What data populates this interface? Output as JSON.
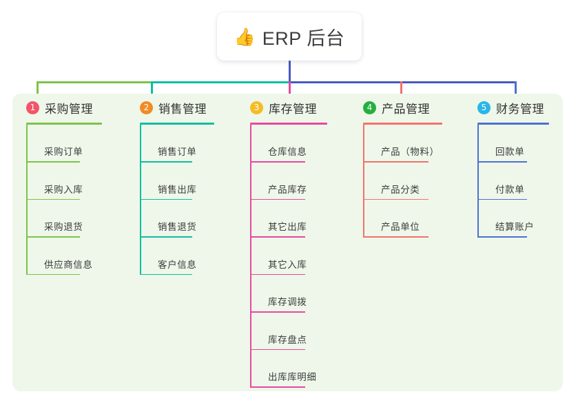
{
  "diagram": {
    "type": "mind-map",
    "title": "ERP 后台",
    "root": {
      "label": "ERP 后台",
      "emoji": "👍",
      "emoji_name": "thumbs-up-emoji"
    },
    "panel_color": "#eef7ea",
    "trunk_color": "#4758bd",
    "bus_segments": [
      {
        "name": "bus-green",
        "color": "#7dc24b"
      },
      {
        "name": "bus-teal",
        "color": "#0fbda0"
      },
      {
        "name": "bus-blue",
        "color": "#4758bd"
      }
    ],
    "branches": [
      {
        "number": "1",
        "label": "采购管理",
        "badge_color": "#f2556a",
        "line_color": "#7dc24b",
        "drop_color": "#7dc24b",
        "items": [
          "采购订单",
          "采购入库",
          "采购退货",
          "供应商信息"
        ]
      },
      {
        "number": "2",
        "label": "销售管理",
        "badge_color": "#f08c26",
        "line_color": "#0fbda0",
        "drop_color": "#0fbda0",
        "items": [
          "销售订单",
          "销售出库",
          "销售退货",
          "客户信息"
        ]
      },
      {
        "number": "3",
        "label": "库存管理",
        "badge_color": "#f5bc25",
        "line_color": "#e8479f",
        "drop_color": "#e8479f",
        "items": [
          "仓库信息",
          "产品库存",
          "其它出库",
          "其它入库",
          "库存调拨",
          "库存盘点",
          "出库库明细"
        ]
      },
      {
        "number": "4",
        "label": "产品管理",
        "badge_color": "#27ae3f",
        "line_color": "#f4706b",
        "drop_color": "#f4706b",
        "items": [
          "产品（物料）",
          "产品分类",
          "产品单位"
        ]
      },
      {
        "number": "5",
        "label": "财务管理",
        "badge_color": "#29b6e8",
        "line_color": "#4e6fd0",
        "drop_color": "#4e6fd0",
        "items": [
          "回款单",
          "付款单",
          "结算账户"
        ]
      }
    ]
  }
}
